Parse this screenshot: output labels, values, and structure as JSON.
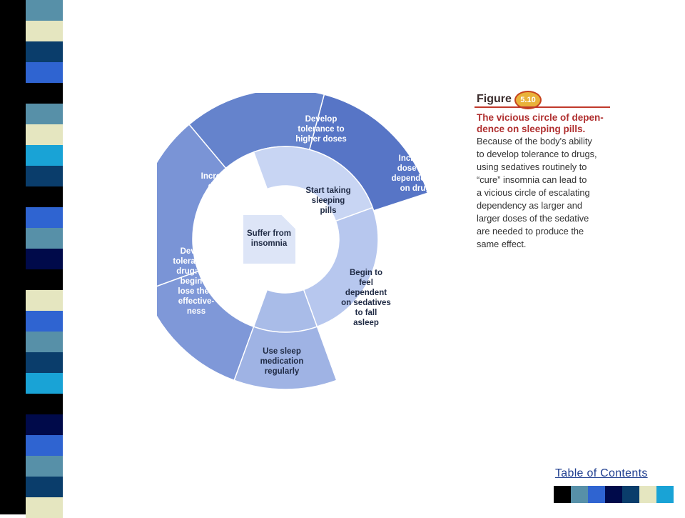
{
  "slide": {
    "toc_link": "Table of Contents",
    "decor_colors": [
      "#000000",
      "#5790a8",
      "#2f64d1",
      "#000a4a",
      "#0a3d6b",
      "#e5e6c0",
      "#19a3d6"
    ]
  },
  "figure": {
    "label": "Figure",
    "number": "5.10",
    "title": "The vicious circle of dependence on sleeping pills.",
    "title_lines": [
      "The vicious circle of depen-",
      "dence on sleeping pills."
    ],
    "body": "Because of the body's ability to develop tolerance to drugs, using sedatives routinely to \"cure\" insomnia can lead to a vicious circle of escalating dependency as larger and larger doses of the sedative are needed to produce the same effect.",
    "body_lines": [
      "Because of the body's ability",
      "to develop tolerance to drugs,",
      "using sedatives routinely to",
      "“cure” insomnia can lead to",
      "a vicious circle of escalating",
      "dependency as larger and",
      "larger doses of the sedative",
      "are needed to produce the",
      "same effect."
    ]
  },
  "diagram": {
    "steps": [
      {
        "id": "suffer",
        "lines": [
          "Suffer from",
          "insomnia"
        ]
      },
      {
        "id": "start",
        "lines": [
          "Start taking",
          "sleeping",
          "pills"
        ]
      },
      {
        "id": "dependent",
        "lines": [
          "Begin to",
          "feel",
          "dependent",
          "on sedatives",
          "to fall",
          "asleep"
        ]
      },
      {
        "id": "regular",
        "lines": [
          "Use sleep",
          "medication",
          "regularly"
        ]
      },
      {
        "id": "tolerance-drug",
        "lines": [
          "Develop",
          "tolerance to",
          "drug: pills",
          "begin to",
          "lose their",
          "effective-",
          "ness"
        ]
      },
      {
        "id": "increase",
        "lines": [
          "Increase",
          "dose"
        ]
      },
      {
        "id": "tolerance-higher",
        "lines": [
          "Develop",
          "tolerance to",
          "higher doses"
        ]
      },
      {
        "id": "increase-dependence",
        "lines": [
          "Increase",
          "dose and",
          "dependence",
          "on drug"
        ]
      }
    ]
  }
}
